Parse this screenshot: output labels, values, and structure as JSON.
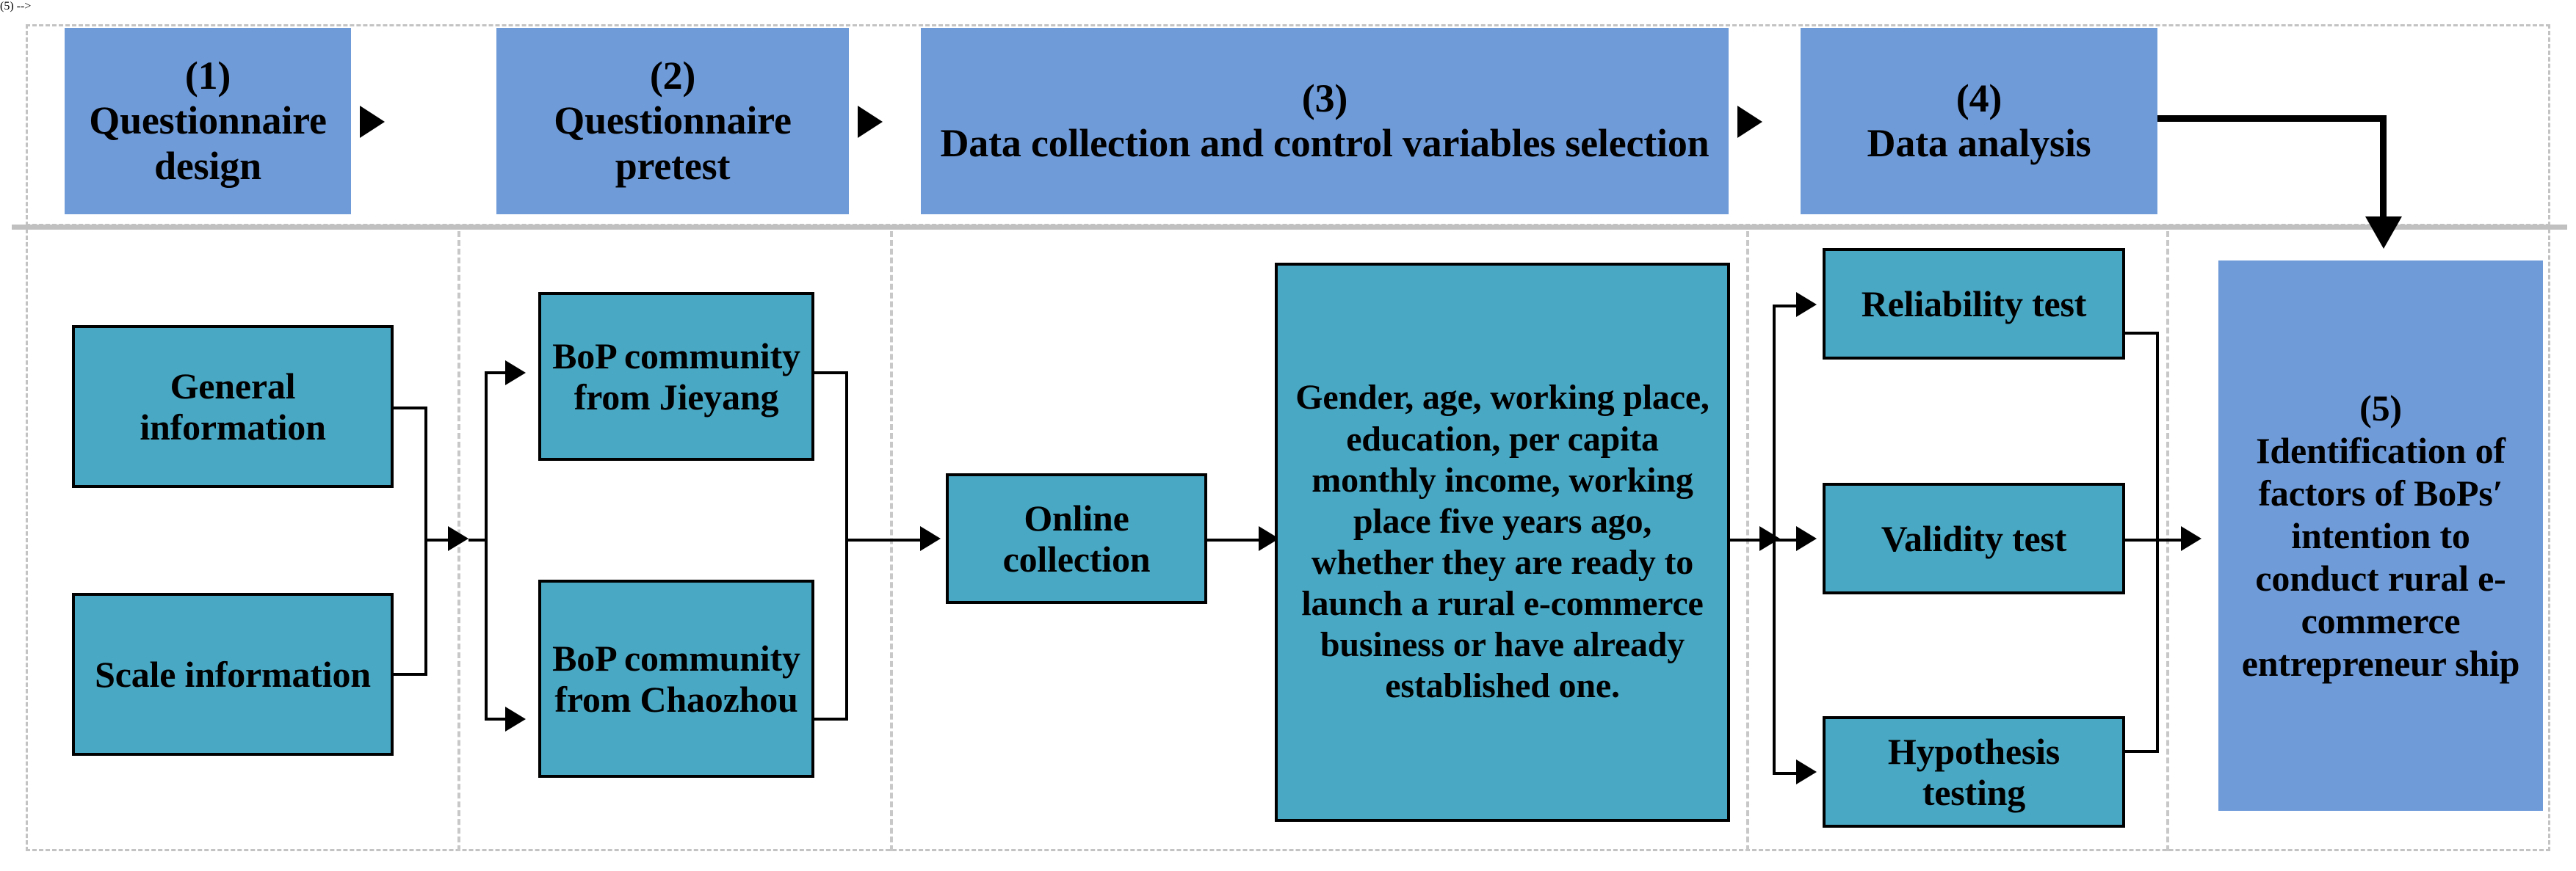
{
  "diagram": {
    "title_row": {
      "steps": [
        {
          "num": "(1)",
          "label": "Questionnaire design"
        },
        {
          "num": "(2)",
          "label": "Questionnaire pretest"
        },
        {
          "num": "(3)",
          "label": "Data collection and control variables selection"
        },
        {
          "num": "(4)",
          "label": "Data analysis"
        },
        {
          "num": "(5)",
          "label": "Identification of factors of BoPs′ intention to conduct rural e-commerce entrepreneur ship"
        }
      ]
    },
    "detail_row": {
      "questionnaire_design": [
        {
          "label": "General information"
        },
        {
          "label": "Scale information"
        }
      ],
      "questionnaire_pretest": [
        {
          "label": "BoP community from Jieyang"
        },
        {
          "label": "BoP community from Chaozhou"
        }
      ],
      "collection": [
        {
          "label": "Online collection"
        }
      ],
      "control_variables": [
        {
          "label": "Gender, age, working place, education, per capita monthly income, working place five years ago, whether they are ready to launch a rural e-commerce business or have already established one."
        }
      ],
      "analysis_tests": [
        {
          "label": "Reliability test"
        },
        {
          "label": "Validity test"
        },
        {
          "label": "Hypothesis testing"
        }
      ]
    },
    "colors": {
      "process_blue": "#6f9bd9",
      "detail_teal": "#49a8c4",
      "frame_gray": "#c3c3c3",
      "connector_black": "#000000"
    }
  }
}
